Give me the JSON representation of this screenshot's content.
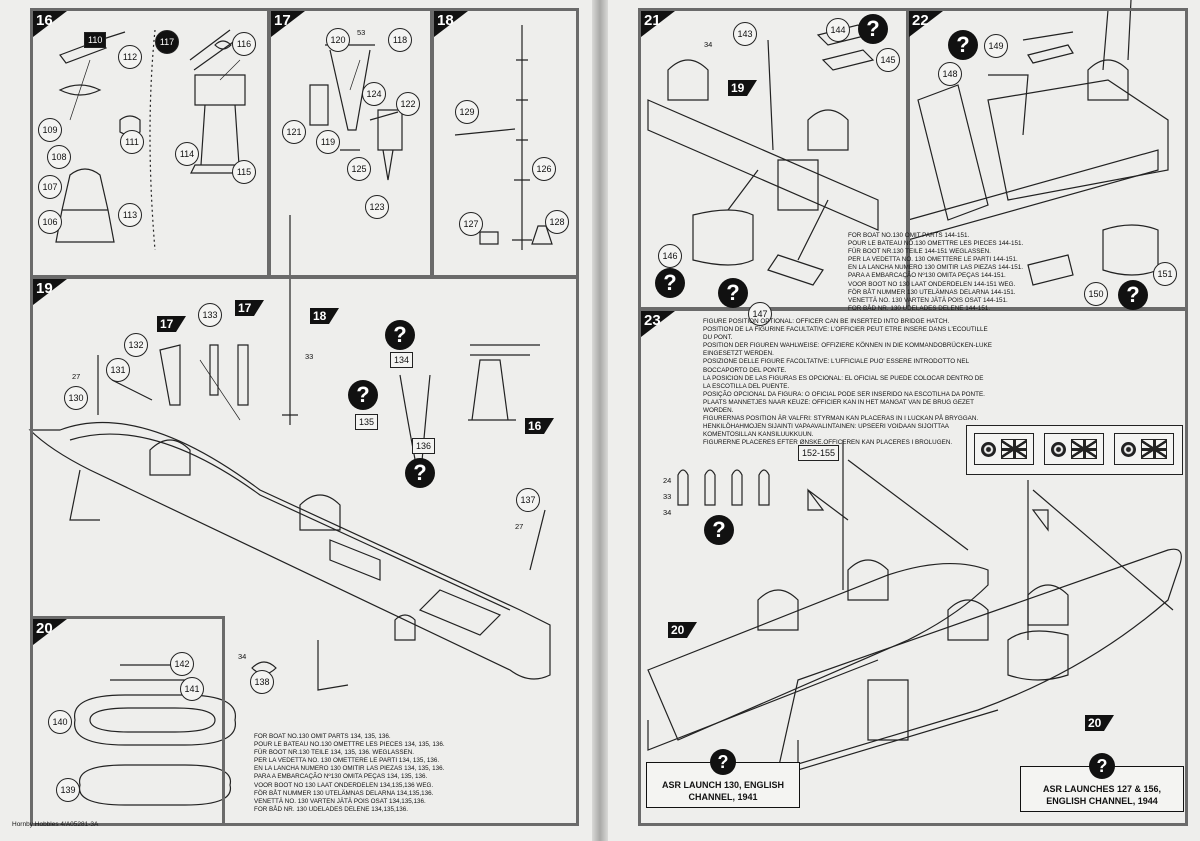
{
  "left_page": {
    "steps": {
      "s16": "16",
      "s17": "17",
      "s18": "18",
      "s19": "19",
      "s20": "20",
      "ref17a": "17",
      "ref17b": "17",
      "ref18": "18",
      "ref16": "16"
    },
    "parts": {
      "p110": "110",
      "p112": "112",
      "p117": "117",
      "p116": "116",
      "p109": "109",
      "p108": "108",
      "p111": "111",
      "p114": "114",
      "p115": "115",
      "p107": "107",
      "p113": "113",
      "p106": "106",
      "p120": "120",
      "p53": "53",
      "p118": "118",
      "p124": "124",
      "p122": "122",
      "p121": "121",
      "p119": "119",
      "p125": "125",
      "p123": "123",
      "p129": "129",
      "p126": "126",
      "p127": "127",
      "p128": "128",
      "p133": "133",
      "p132": "132",
      "p131": "131",
      "p130": "130",
      "p27a": "27",
      "p33": "33",
      "p134": "134",
      "p135": "135",
      "p136": "136",
      "p137": "137",
      "p27b": "27",
      "p34": "34",
      "p138": "138",
      "p142": "142",
      "p141": "141",
      "p140": "140",
      "p139": "139"
    },
    "q": "?",
    "notes": [
      "FOR BOAT NO.130 OMIT PARTS 134, 135, 136.",
      "POUR LE BATEAU NO.130 OMETTRE LES PIECES 134, 135, 136.",
      "FÜR BOOT NR.130 TEILE 134, 135, 136. WEGLASSEN.",
      "PER LA VEDETTA NO. 130 OMETTERE LE PARTI 134, 135, 136.",
      "EN LA LANCHA NUMERO 130 OMITIR LAS PIEZAS 134, 135, 136.",
      "PARA A EMBARCAÇÃO Nº130 OMITA PEÇAS 134, 135, 136.",
      "VOOR BOOT NO 130 LAAT ONDERDELEN 134,135,136 WEG.",
      "FÖR BÅT NUMMER 130 UTELÄMNAS DELARNA 134,135,136.",
      "VENETTÄ NO. 130 VARTEN JÄTÄ POIS OSAT 134,135,136.",
      "FOR BÅD NR. 130 UDELADES DELENE 134,135,136."
    ],
    "footer": "Hornby Hobbles 4/A05281-3A"
  },
  "right_page": {
    "steps": {
      "s21": "21",
      "s22": "22",
      "s23": "23",
      "ref19": "19",
      "ref20a": "20",
      "ref20b": "20"
    },
    "parts": {
      "p143": "143",
      "p34": "34",
      "p144": "144",
      "p145": "145",
      "p149": "149",
      "p148": "148",
      "p146": "146",
      "p147": "147",
      "p150": "150",
      "p151": "151",
      "p24": "24",
      "p33": "33",
      "p34b": "34",
      "p152": "152-155"
    },
    "q": "?",
    "notes_21_22": [
      "FOR BOAT NO.130 OMIT PARTS 144-151.",
      "POUR LE BATEAU NO.130 OMETTRE LES PIECES 144-151.",
      "FÜR BOOT NR.130 TEILE 144-151 WEGLASSEN.",
      "PER LA VEDETTA NO. 130 OMETTERE LE PARTI 144-151.",
      "EN LA LANCHA NUMERO 130 OMITIR LAS PIEZAS 144-151.",
      "PARA A EMBARCAÇÃO Nº130 OMITA PEÇAS 144-151.",
      "VOOR BOOT NO 130 LAAT ONDERDELEN 144-151 WEG.",
      "FÖR BÅT NUMMER 130 UTELÄMNAS DELARNA 144-151.",
      "VENETTÄ NO. 130 VARTEN JÄTÄ POIS OSAT 144-151.",
      "FOR BÅD NR. 130 UDELADES DELENE 144-151."
    ],
    "notes_23": [
      "FIGURE POSITION OPTIONAL: OFFICER CAN BE INSERTED INTO BRIDGE HATCH.",
      "POSITION DE LA FIGURINE FACULTATIVE: L'OFFICIER PEUT ETRE INSERE DANS L'ECOUTILLE",
      "DU PONT.",
      "POSITION DER FIGUREN WAHLWEISE: OFFIZIERE KÖNNEN IN DIE KOMMANDOBRÜCKEN-LUKE",
      "EINGESETZT WERDEN.",
      "POSIZIONE DELLE FIGURE FACOLTATIVE: L'UFFICIALE PUO' ESSERE INTRODOTTO NEL",
      "BOCCAPORTO DEL PONTE.",
      "LA POSICION DE LAS FIGURAS ES OPCIONAL: EL OFICIAL SE PUEDE COLOCAR DENTRO DE",
      "LA ESCOTILLA DEL PUENTE.",
      "POSIÇÃO OPCIONAL DA FIGURA: O OFICIAL PODE SER INSERIDO NA ESCOTILHA DA PONTE.",
      "PLAATS MANNETJES NAAR KEUZE: OFFICIER KAN IN HET MANGAT VAN DE BRUG GEZET",
      "WORDEN.",
      "FIGURERNAS POSITION ÄR VALFRI: STYRMAN KAN PLACERAS IN I LUCKAN PÅ BRYGGAN.",
      "HENKILÖHAHMOJEN SIJAINTI VAPAAVALINTAINEN: UPSEERI VOIDAAN SIJOITTAA",
      "KOMENTOSILLAN KANSILUUKKUUN.",
      "FIGURERNE PLACERES EFTER ØNSKE.OFFICEREN KAN PLACERES I BROLUGEN."
    ],
    "captions": {
      "c130": "ASR LAUNCH 130, ENGLISH CHANNEL, 1941",
      "c127": "ASR LAUNCHES 127 & 156, ENGLISH CHANNEL, 1944"
    }
  }
}
